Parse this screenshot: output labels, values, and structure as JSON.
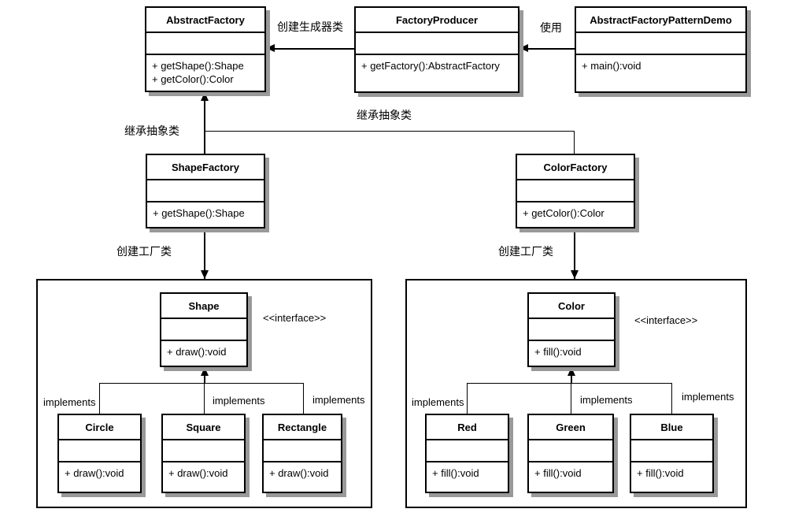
{
  "colors": {
    "line": "#000000",
    "shadow": "#999999",
    "background": "#ffffff"
  },
  "classes": {
    "abstract_factory": {
      "title": "AbstractFactory",
      "methods": [
        "+ getShape():Shape",
        "+ getColor():Color"
      ]
    },
    "factory_producer": {
      "title": "FactoryProducer",
      "methods": [
        "+ getFactory():AbstractFactory"
      ]
    },
    "pattern_demo": {
      "title": "AbstractFactoryPatternDemo",
      "methods": [
        "+ main():void"
      ]
    },
    "shape_factory": {
      "title": "ShapeFactory",
      "methods": [
        "+ getShape():Shape"
      ]
    },
    "color_factory": {
      "title": "ColorFactory",
      "methods": [
        "+ getColor():Color"
      ]
    },
    "shape": {
      "title": "Shape",
      "stereotype": "<<interface>>",
      "methods": [
        "+ draw():void"
      ]
    },
    "color": {
      "title": "Color",
      "stereotype": "<<interface>>",
      "methods": [
        "+ fill():void"
      ]
    },
    "circle": {
      "title": "Circle",
      "methods": [
        "+ draw():void"
      ]
    },
    "square": {
      "title": "Square",
      "methods": [
        "+ draw():void"
      ]
    },
    "rectangle": {
      "title": "Rectangle",
      "methods": [
        "+ draw():void"
      ]
    },
    "red": {
      "title": "Red",
      "methods": [
        "+ fill():void"
      ]
    },
    "green": {
      "title": "Green",
      "methods": [
        "+ fill():void"
      ]
    },
    "blue": {
      "title": "Blue",
      "methods": [
        "+ fill():void"
      ]
    }
  },
  "edge_labels": {
    "create_producer": "创建生成器类",
    "use": "使用",
    "extend_abstract_left": "继承抽象类",
    "extend_abstract_right": "继承抽象类",
    "create_factory_left": "创建工厂类",
    "create_factory_right": "创建工厂类",
    "implements": "implements"
  }
}
